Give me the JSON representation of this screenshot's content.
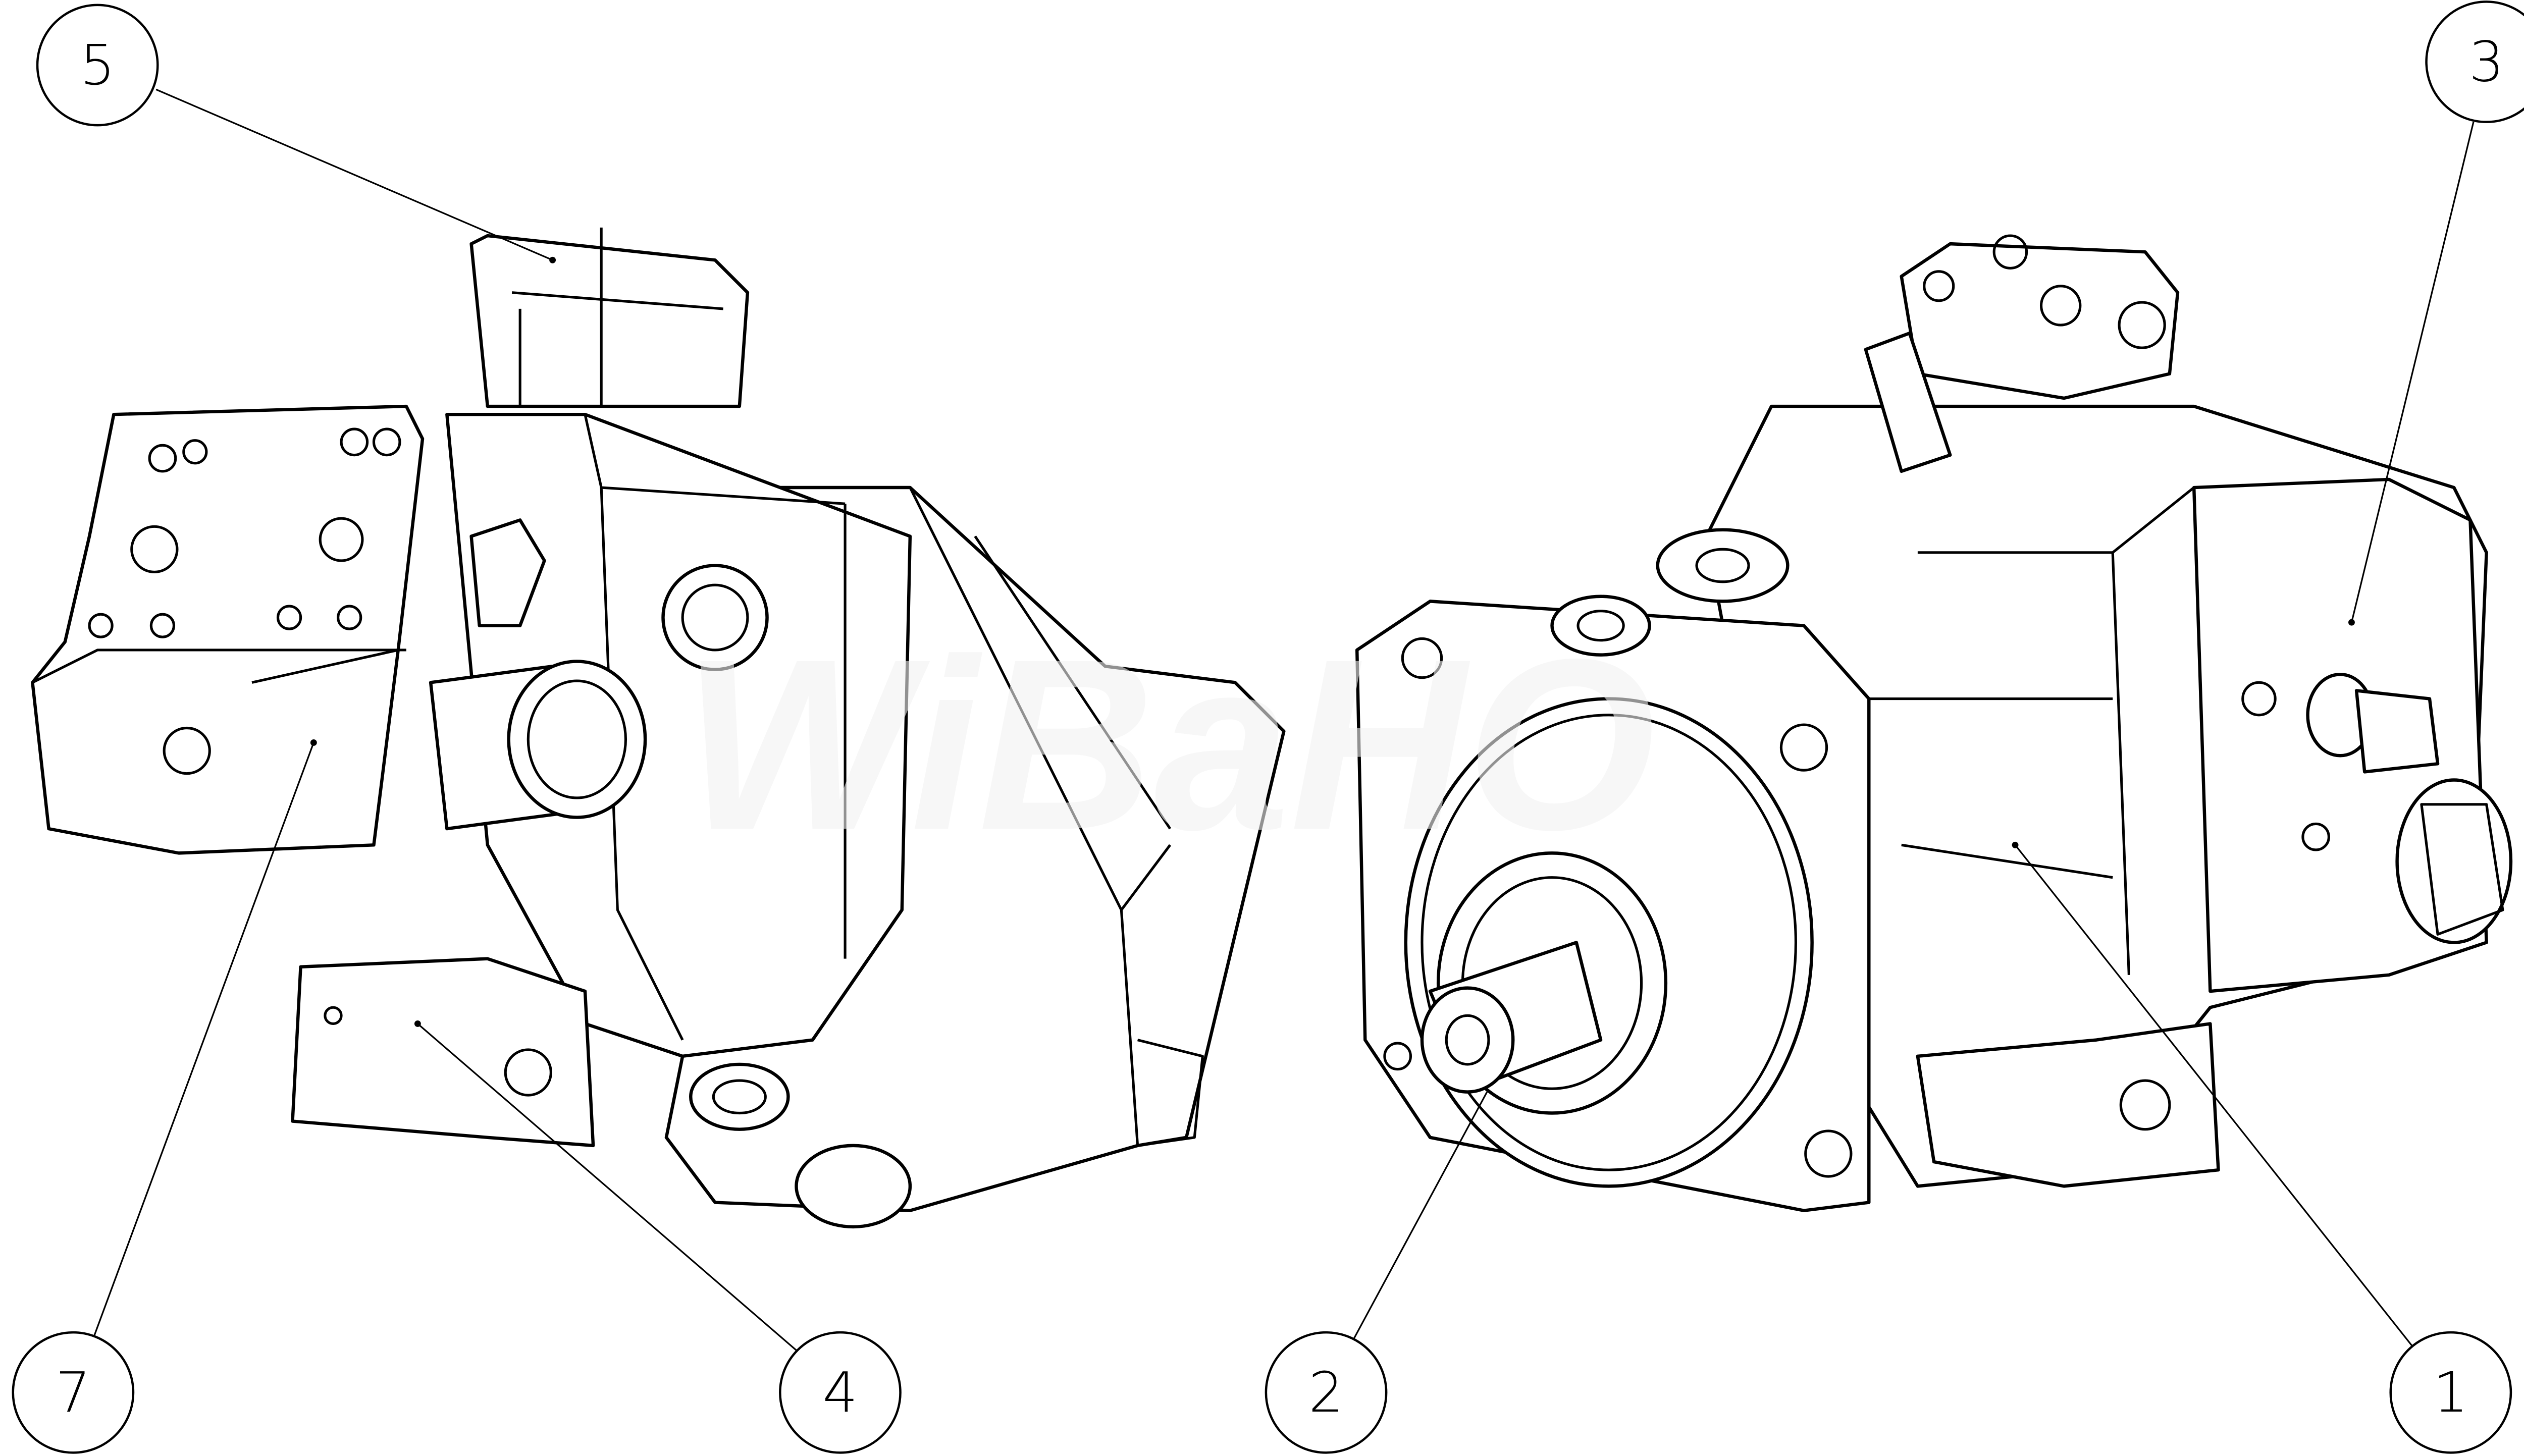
{
  "watermark": "WiBaHO",
  "callouts": [
    {
      "id": "callout-5",
      "label": "5"
    },
    {
      "id": "callout-3",
      "label": "3"
    },
    {
      "id": "callout-7",
      "label": "7"
    },
    {
      "id": "callout-4",
      "label": "4"
    },
    {
      "id": "callout-2",
      "label": "2"
    },
    {
      "id": "callout-1",
      "label": "1"
    }
  ],
  "colors": {
    "line": "#000000",
    "background": "#ffffff",
    "watermark": "#f2f2f2"
  }
}
